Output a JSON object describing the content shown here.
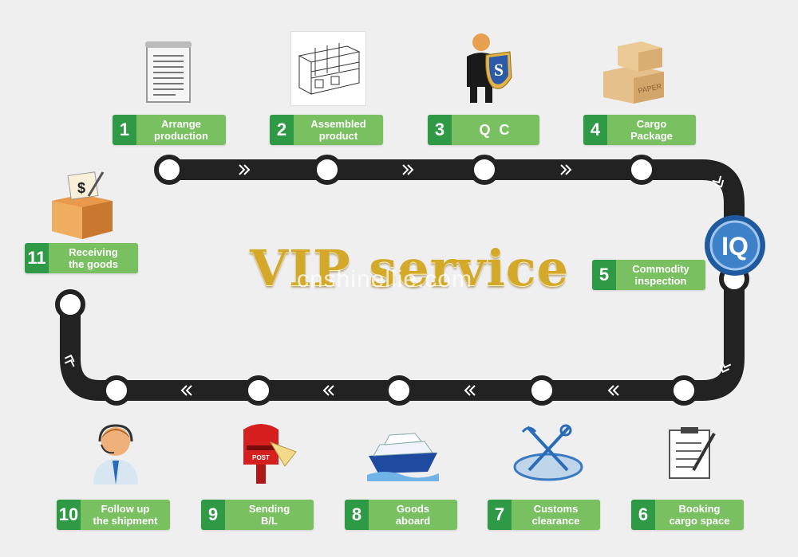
{
  "title": "VIP service",
  "watermark": "cnshinellie.com",
  "steps": [
    {
      "num": "1",
      "label": "Arrange\nproduction"
    },
    {
      "num": "2",
      "label": "Assembled\nproduct"
    },
    {
      "num": "3",
      "label": "Q C"
    },
    {
      "num": "4",
      "label": "Cargo\nPackage"
    },
    {
      "num": "5",
      "label": "Commodity\ninspection"
    },
    {
      "num": "6",
      "label": "Booking\ncargo space"
    },
    {
      "num": "7",
      "label": "Customs\nclearance"
    },
    {
      "num": "8",
      "label": "Goods\naboard"
    },
    {
      "num": "9",
      "label": "Sending\nB/L"
    },
    {
      "num": "10",
      "label": "Follow up\nthe shipment"
    },
    {
      "num": "11",
      "label": "Receiving\nthe goods"
    }
  ],
  "icon_labels": {
    "paper_box": "PAPER",
    "mailbox": "POST",
    "inspection_badge": "IQ",
    "qc_shield": "S"
  },
  "colors": {
    "badge_dark": "#2f9a46",
    "badge_light": "#79c061",
    "track": "#222222",
    "title_gold": "#d4a92a"
  }
}
